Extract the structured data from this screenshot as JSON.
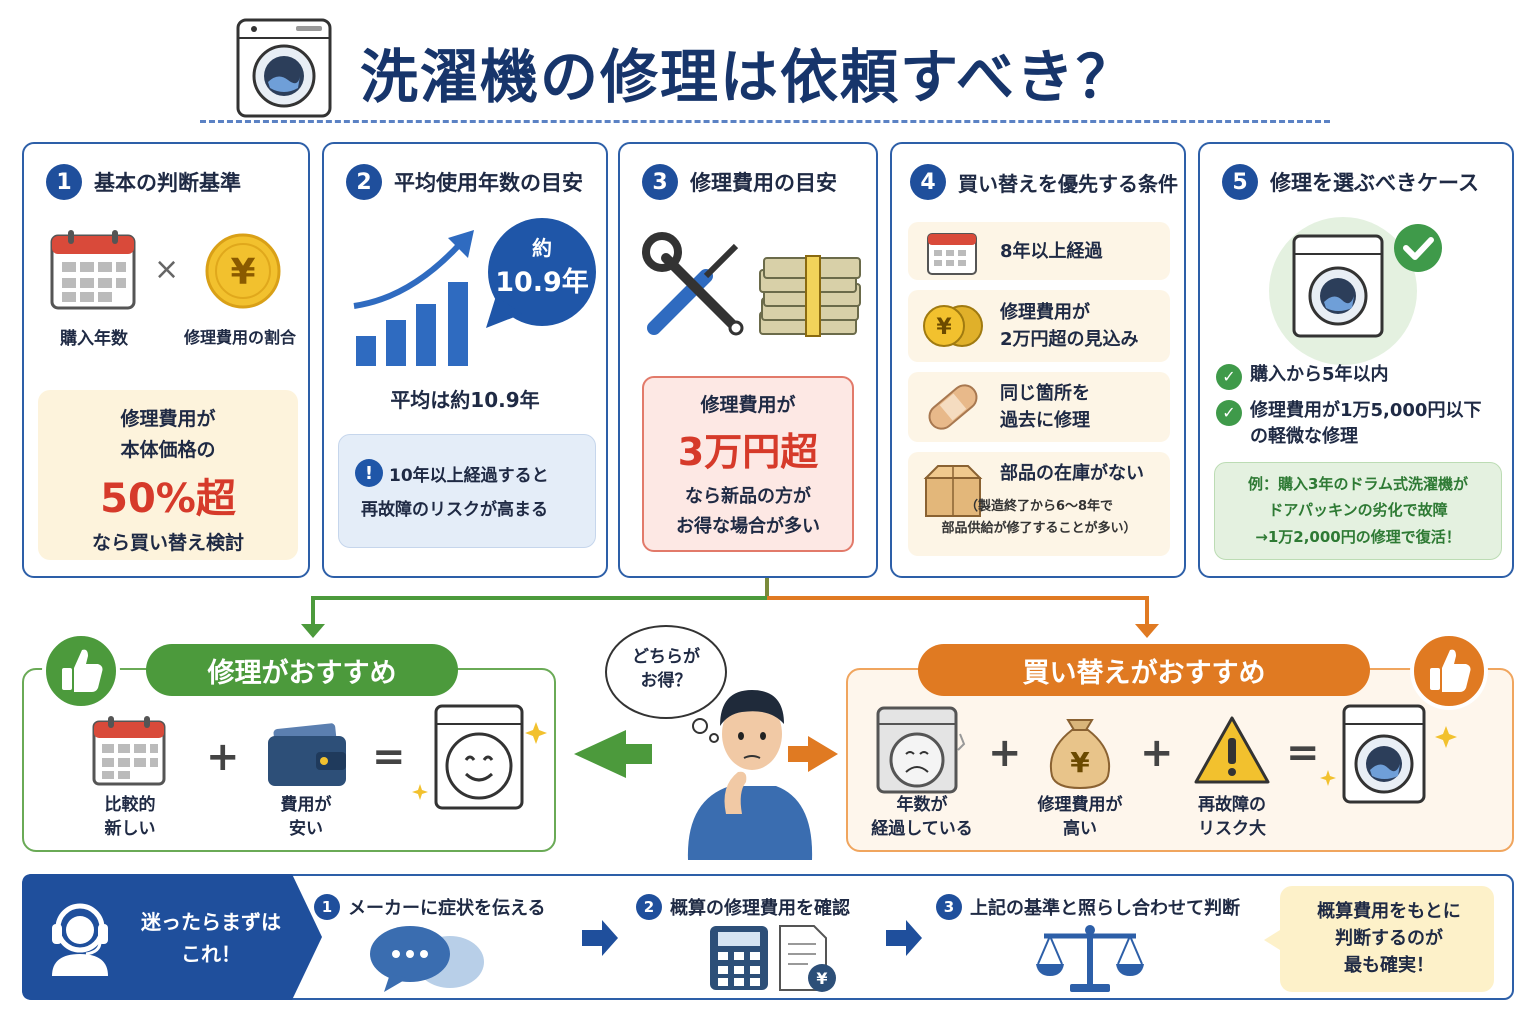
{
  "header": {
    "title": "洗濯機の修理は依頼すべき？"
  },
  "panels": [
    {
      "num": "1",
      "title": "基本の判断基準",
      "label_a": "購入年数",
      "label_b": "修理費用の割合",
      "box_line1": "修理費用が",
      "box_line2": "本体価格の",
      "box_big": "50%超",
      "box_line3": "なら買い替え検討"
    },
    {
      "num": "2",
      "title": "平均使用年数の目安",
      "bubble_small": "約",
      "bubble_big": "10.9年",
      "caption": "平均は約10.9年",
      "note_line1": "10年以上経過すると",
      "note_line2": "再故障のリスクが高まる"
    },
    {
      "num": "3",
      "title": "修理費用の目安",
      "box_line1": "修理費用が",
      "box_big": "3万円超",
      "box_line2": "なら新品の方が",
      "box_line3": "お得な場合が多い"
    },
    {
      "num": "4",
      "title": "買い替えを優先する条件",
      "conditions": [
        {
          "lines": [
            "8年以上経過"
          ]
        },
        {
          "lines": [
            "修理費用が",
            "2万円超の見込み"
          ]
        },
        {
          "lines": [
            "同じ箇所を",
            "過去に修理"
          ]
        },
        {
          "lines": [
            "部品の在庫がない"
          ],
          "sub": [
            "（製造終了から6〜8年で",
            "部品供給が修了することが多い）"
          ]
        }
      ]
    },
    {
      "num": "5",
      "title": "修理を選ぶべきケース",
      "checks": [
        "購入から5年以内",
        "修理費用が1万5,000円以下",
        "の軽微な修理"
      ],
      "example_line1": "例：購入3年のドラム式洗濯機が",
      "example_line2": "ドアパッキンの劣化で故障",
      "example_line3": "→1万2,000円の修理で復活！"
    }
  ],
  "repair": {
    "label": "修理がおすすめ",
    "item1": [
      "比較的",
      "新しい"
    ],
    "item2": [
      "費用が",
      "安い"
    ],
    "plus": "+",
    "equals": "="
  },
  "replace": {
    "label": "買い替えがおすすめ",
    "item1": [
      "年数が",
      "経過している"
    ],
    "item2": [
      "修理費用が",
      "高い"
    ],
    "item3": [
      "再故障の",
      "リスク大"
    ],
    "plus": "+",
    "equals": "="
  },
  "thought": {
    "line1": "どちらが",
    "line2": "お得？"
  },
  "bottom": {
    "lead_line1": "迷ったらまずは",
    "lead_line2": "これ！",
    "steps": [
      {
        "num": "1",
        "label": "メーカーに症状を伝える"
      },
      {
        "num": "2",
        "label": "概算の修理費用を確認"
      },
      {
        "num": "3",
        "label": "上記の基準と照らし合わせて判断"
      }
    ],
    "tip_line1": "概算費用をもとに",
    "tip_line2": "判断するのが",
    "tip_line3": "最も確実！"
  },
  "colors": {
    "navy": "#17356b",
    "blue": "#1f4f9c",
    "red": "#d63a2a",
    "green": "#4c9a3c",
    "orange": "#e07a22"
  }
}
